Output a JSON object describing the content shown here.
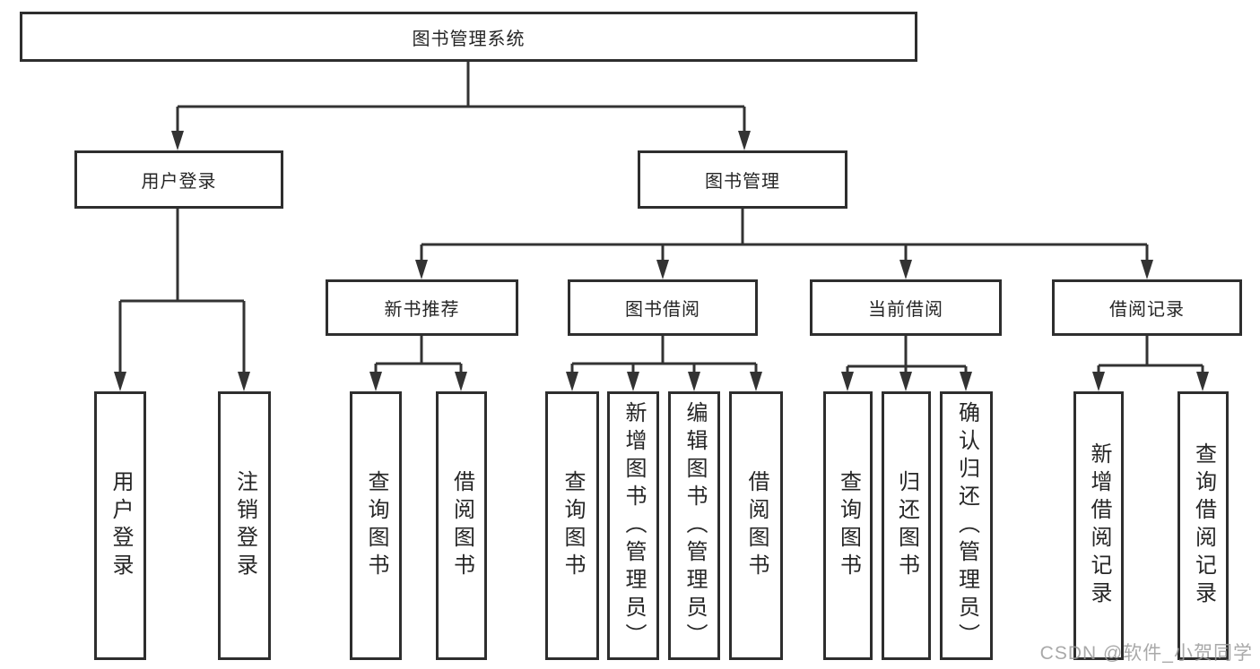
{
  "tree": {
    "root": "图书管理系统",
    "level2": [
      {
        "label": "用户登录",
        "children": [
          "用户登录",
          "注销登录"
        ]
      },
      {
        "label": "图书管理",
        "children": [
          {
            "label": "新书推荐",
            "children": [
              "查询图书",
              "借阅图书"
            ]
          },
          {
            "label": "图书借阅",
            "children": [
              "查询图书",
              "新增图书（管理员）",
              "编辑图书（管理员）",
              "借阅图书"
            ]
          },
          {
            "label": "当前借阅",
            "children": [
              "查询图书",
              "归还图书",
              "确认归还（管理员）"
            ]
          },
          {
            "label": "借阅记录",
            "children": [
              "新增借阅记录",
              "查询借阅记录"
            ]
          }
        ]
      }
    ]
  },
  "watermark": "CSDN @软件_小贺同学",
  "colors": {
    "line": "#333333",
    "box_border": "#2e2e2e",
    "text": "#262626",
    "watermark": "#9a9a9a",
    "background": "#ffffff"
  }
}
